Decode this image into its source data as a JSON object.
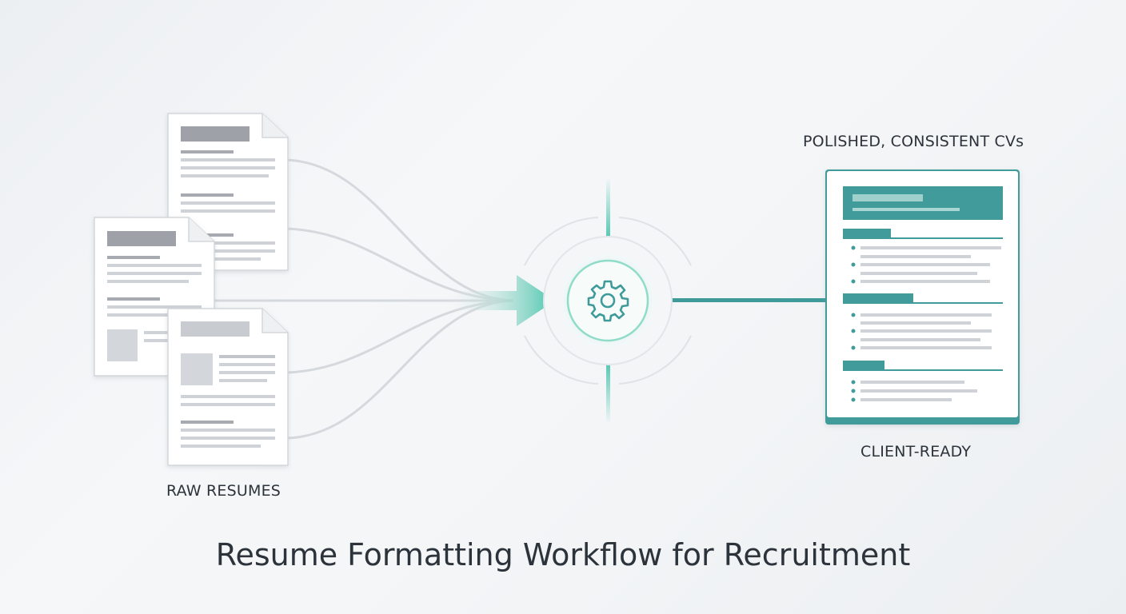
{
  "diagram": {
    "title": "Resume Formatting Workflow for Recruitment",
    "input_label": "RAW RESUMES",
    "output_label": "POLISHED, CONSISTENT CVs",
    "output_caption": "CLIENT-READY",
    "process_icon": "gear-icon",
    "input_icon": "document-icon",
    "colors": {
      "accent": "#3f9b9a",
      "accent_light": "#5ad1b8",
      "text": "#2c333b",
      "doc_line": "#c9ccd1",
      "doc_header": "#9a9ea4",
      "connector": "#d3d7dc"
    }
  }
}
